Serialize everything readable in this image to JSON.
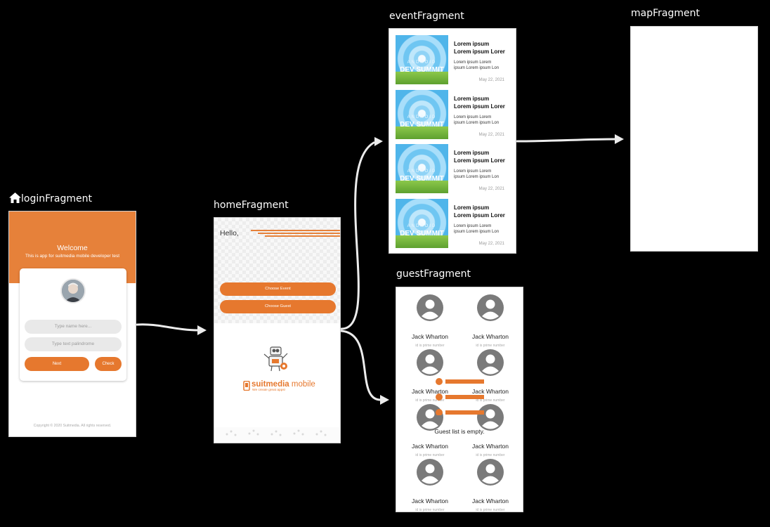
{
  "labels": {
    "login": "loginFragment",
    "home": "homeFragment",
    "event": "eventFragment",
    "map": "mapFragment",
    "guest": "guestFragment"
  },
  "login": {
    "title": "Welcome",
    "subtitle": "This is app for suitmedia mobile developer test",
    "name_placeholder": "Type name here...",
    "palindrome_placeholder": "Type text palindrome",
    "next_label": "Next",
    "check_label": "Check",
    "copyright": "Copyright © 2020 Suitmedia. All rights reserved."
  },
  "home": {
    "greeting": "Hello,",
    "choose_event": "Choose Event",
    "choose_guest": "Choose Guest",
    "brand_suit": "suit",
    "brand_media": "media",
    "brand_mobile": " mobile",
    "tagline": "We create great apps!"
  },
  "events": [
    {
      "title1": "Lorem ipsum",
      "title2": "Lorem ipsum Lorer",
      "desc1": "Lorem ipsum Lorem",
      "desc2": "ipsum Lorem ipsum Lon",
      "date": "May 22, 2021",
      "image_sub": "ANDROID",
      "image_main": "DEV SUMMIT"
    },
    {
      "title1": "Lorem ipsum",
      "title2": "Lorem ipsum Lorer",
      "desc1": "Lorem ipsum Lorem",
      "desc2": "ipsum Lorem ipsum Lon",
      "date": "May 22, 2021",
      "image_sub": "ANDROID",
      "image_main": "DEV SUMMIT"
    },
    {
      "title1": "Lorem ipsum",
      "title2": "Lorem ipsum Lorer",
      "desc1": "Lorem ipsum Lorem",
      "desc2": "ipsum Lorem ipsum Lon",
      "date": "May 22, 2021",
      "image_sub": "ANDROID",
      "image_main": "DEV SUMMIT"
    },
    {
      "title1": "Lorem ipsum",
      "title2": "Lorem ipsum Lorer",
      "desc1": "Lorem ipsum Lorem",
      "desc2": "ipsum Lorem ipsum Lon",
      "date": "May 22, 2021",
      "image_sub": "ANDROID",
      "image_main": "DEV SUMMIT"
    }
  ],
  "guests": [
    {
      "name": "Jack Wharton",
      "note": "id is prime number"
    },
    {
      "name": "Jack Wharton",
      "note": "id is prime number"
    },
    {
      "name": "Jack Wharton",
      "note": "id is prime number"
    },
    {
      "name": "Jack Wharton",
      "note": "id is prime number"
    },
    {
      "name": "Jack Wharton",
      "note": "id is prime number"
    },
    {
      "name": "Jack Wharton",
      "note": "id is prime number"
    },
    {
      "name": "Jack Wharton",
      "note": "id is prime number"
    },
    {
      "name": "Jack Wharton",
      "note": "id is prime number"
    }
  ],
  "guest_empty_text": "Guest list is empty.",
  "colors": {
    "background": "#000000",
    "accent": "#e6782e",
    "arrow": "#ececec",
    "screen_border": "#cfcfcf"
  },
  "icons": {
    "start_destination": "home-icon",
    "guest_avatar": "person-circle-icon",
    "home_illustration": "robot-icon",
    "brand_logo": "phone-icon"
  }
}
